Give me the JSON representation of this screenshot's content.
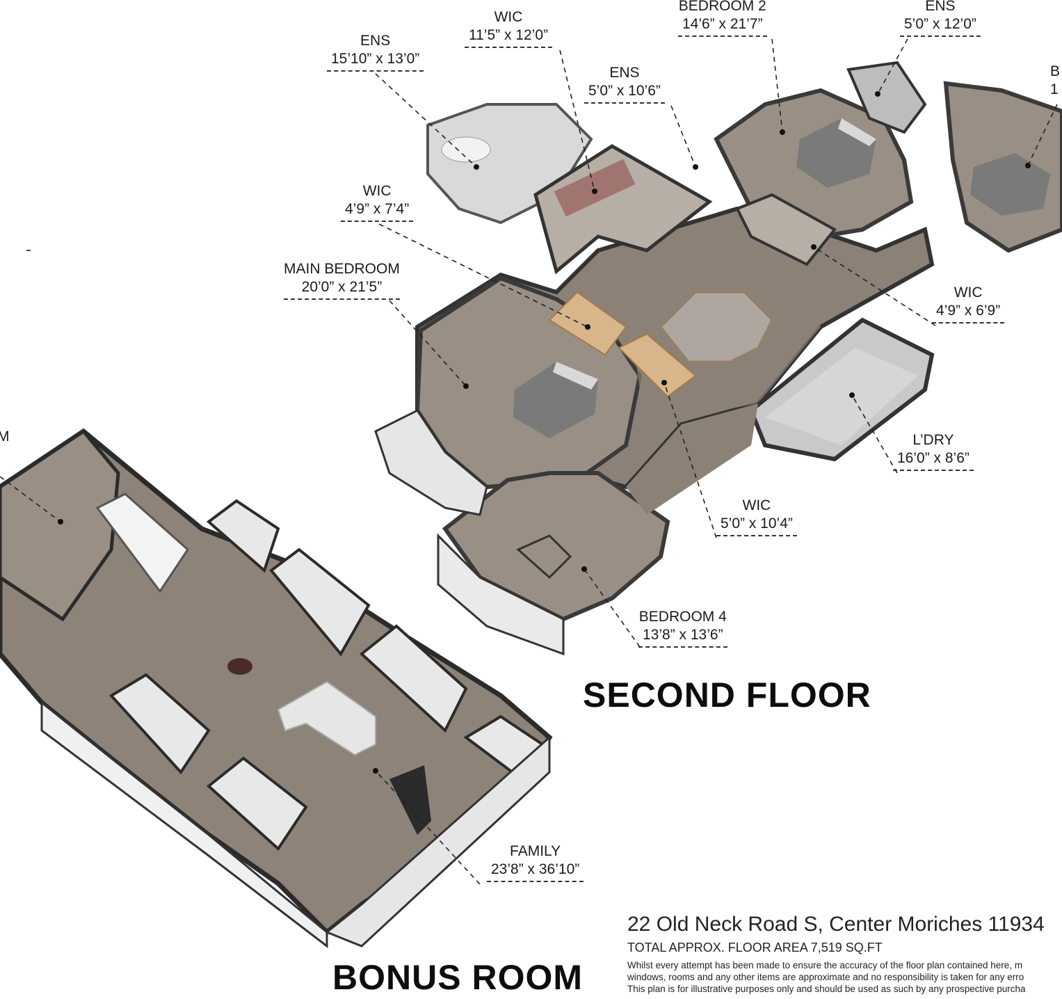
{
  "rooms": {
    "ens_main": {
      "name": "ENS",
      "dim": "15’10” x 13’0”"
    },
    "wic_main": {
      "name": "WIC",
      "dim": "11’5” x 12’0”"
    },
    "bedroom2": {
      "name": "BEDROOM 2",
      "dim": "14’6” x 21’7”"
    },
    "ens_top_right": {
      "name": "ENS",
      "dim": "5’0” x 12’0”"
    },
    "bedroom3_partial": {
      "name": "B",
      "dim": "1"
    },
    "ens_mid": {
      "name": "ENS",
      "dim": "5’0” x 10’6”"
    },
    "wic_small": {
      "name": "WIC",
      "dim": "4’9” x 7’4”"
    },
    "main_bedroom": {
      "name": "MAIN BEDROOM",
      "dim": "20’0” x 21’5”"
    },
    "wic_right": {
      "name": "WIC",
      "dim": "4’9” x 6’9”"
    },
    "laundry": {
      "name": "L’DRY",
      "dim": "16’0” x 8’6”"
    },
    "wic_hall": {
      "name": "WIC",
      "dim": "5’0” x 10’4”"
    },
    "bedroom4": {
      "name": "BEDROOM 4",
      "dim": "13’8” x 13’6”"
    },
    "family": {
      "name": "FAMILY",
      "dim": "23’8” x 36’10”"
    },
    "bonus_partial": {
      "name": "M",
      "dim": ""
    }
  },
  "titles": {
    "second_floor": "SECOND FLOOR",
    "bonus_room": "BONUS ROOM"
  },
  "info": {
    "address": "22 Old Neck Road S, Center Moriches 11934",
    "total_area": "TOTAL APPROX. FLOOR AREA 7,519 SQ.FT",
    "disclaimer_1": "Whilst every attempt has been made to ensure the accuracy of the floor plan contained here, m",
    "disclaimer_2": "windows, rooms and any other items are approximate and no responsibility is taken for any erro",
    "disclaimer_3": "This plan is for illustrative purposes only and should be used as such by any prospective purcha"
  }
}
